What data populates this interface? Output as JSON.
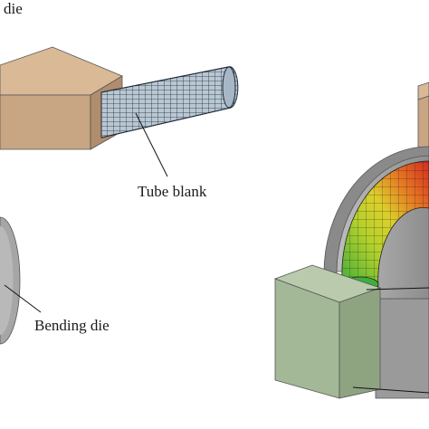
{
  "labels": {
    "top_left": "die",
    "tube_blank": "Tube blank",
    "bending_die": "Bending die"
  },
  "colors": {
    "pressure_die": "#c8a583",
    "tube_mesh_fill": "#b9c7d3",
    "tube_mesh_line": "#1e2a38",
    "bending_die": "#a6a6a6",
    "clamp_die": "#a3b896",
    "contour_red": "#d52a1f",
    "contour_yellow": "#dccf2a",
    "contour_green": "#3fae3a"
  }
}
